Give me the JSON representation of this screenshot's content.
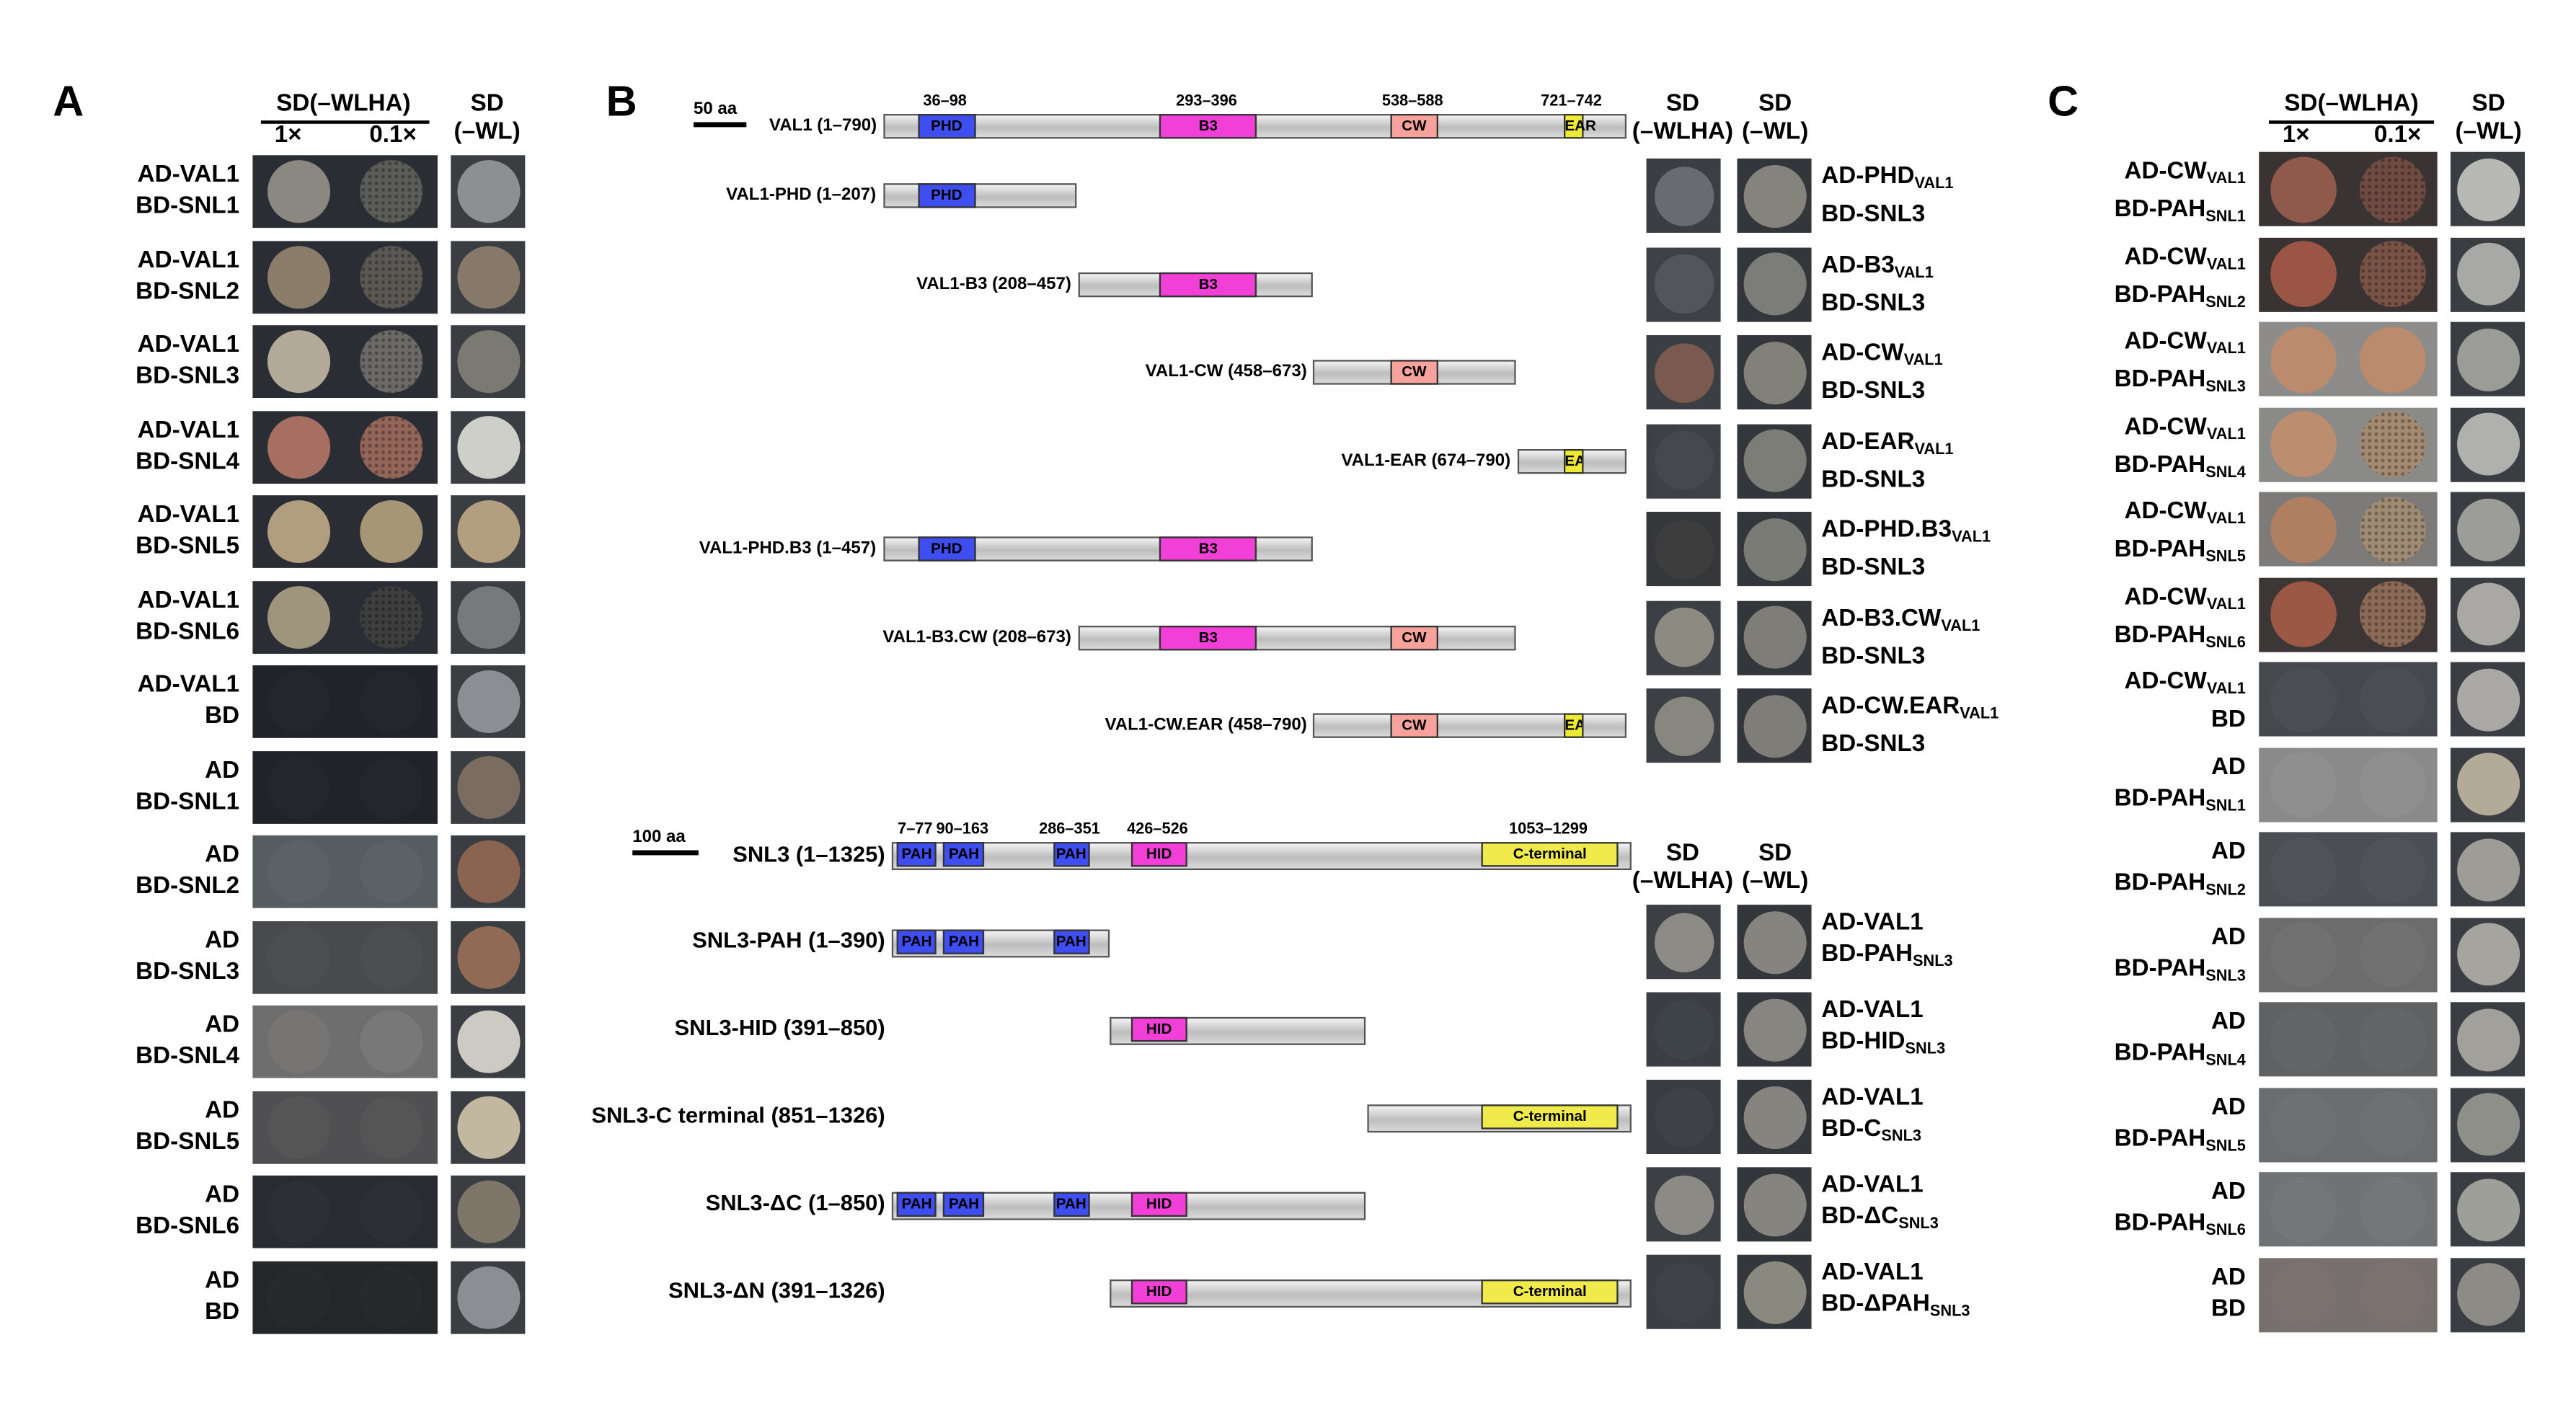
{
  "panels": {
    "a": "A",
    "b": "B",
    "c": "C"
  },
  "panel_a": {
    "header_sel": "SD(–WLHA)",
    "header_1x": "1×",
    "header_01x": "0.1×",
    "header_ctrl": "SD\n(–WL)",
    "rows": [
      {
        "l1": "AD-VAL1",
        "l2": "BD-SNL1",
        "g1": "#8a8880",
        "g2": "#5c5c58",
        "gc": "#8d8f90",
        "bg": "#2a2d33",
        "t2": "dots"
      },
      {
        "l1": "AD-VAL1",
        "l2": "BD-SNL2",
        "g1": "#8c7d6b",
        "g2": "#5b5854",
        "gc": "#86796a",
        "bg": "#2a2d33",
        "t2": "dots"
      },
      {
        "l1": "AD-VAL1",
        "l2": "BD-SNL3",
        "g1": "#b3aa9a",
        "g2": "#6b6a66",
        "gc": "#7b7a72",
        "bg": "#2a2d33",
        "t2": "dots"
      },
      {
        "l1": "AD-VAL1",
        "l2": "BD-SNL4",
        "g1": "#a66f62",
        "g2": "#94665a",
        "gc": "#cfcfc9",
        "bg": "#2a2d33",
        "t2": "dots"
      },
      {
        "l1": "AD-VAL1",
        "l2": "BD-SNL5",
        "g1": "#b09e7e",
        "g2": "#a79676",
        "gc": "#b39e80",
        "bg": "#2a2d33",
        "t2": "solid"
      },
      {
        "l1": "AD-VAL1",
        "l2": "BD-SNL6",
        "g1": "#9f947c",
        "g2": "#3e3e3e",
        "gc": "#777a7b",
        "bg": "#2a2d33",
        "t2": "dots"
      },
      {
        "l1": "AD-VAL1",
        "l2": "BD",
        "g1": "#23272d",
        "g2": "#23272d",
        "gc": "#8b8e92",
        "bg": "#20242a",
        "t2": "solid"
      },
      {
        "l1": "AD",
        "l2": "BD-SNL1",
        "g1": "#23272d",
        "g2": "#23272d",
        "gc": "#7a6d60",
        "bg": "#20242a",
        "t2": "solid"
      },
      {
        "l1": "AD",
        "l2": "BD-SNL2",
        "g1": "#5b6266",
        "g2": "#5b6266",
        "gc": "#8a6450",
        "bg": "#565d62",
        "t2": "solid"
      },
      {
        "l1": "AD",
        "l2": "BD-SNL3",
        "g1": "#4c4e52",
        "g2": "#4c4e52",
        "gc": "#906a55",
        "bg": "#484a4e",
        "t2": "solid"
      },
      {
        "l1": "AD",
        "l2": "BD-SNL4",
        "g1": "#777574",
        "g2": "#797878",
        "gc": "#cdcac4",
        "bg": "#6f6e6e",
        "t2": "solid"
      },
      {
        "l1": "AD",
        "l2": "BD-SNL5",
        "g1": "#555556",
        "g2": "#555556",
        "gc": "#c2b89f",
        "bg": "#505052",
        "t2": "solid"
      },
      {
        "l1": "AD",
        "l2": "BD-SNL6",
        "g1": "#2c2f35",
        "g2": "#2c2f35",
        "gc": "#7e7668",
        "bg": "#282b31",
        "t2": "solid"
      },
      {
        "l1": "AD",
        "l2": "BD",
        "g1": "#28292d",
        "g2": "#28292d",
        "gc": "#8b8e92",
        "bg": "#25262a",
        "t2": "solid"
      }
    ]
  },
  "panel_b": {
    "val_scale": "50 aa",
    "snl_scale": "100 aa",
    "hdr_sel": "SD\n(–WLHA)",
    "hdr_ctrl": "SD\n(–WL)",
    "val_top": {
      "name": "VAL1 (1–790)",
      "ranges": [
        "36–98",
        "293–396",
        "538–588",
        "721–742"
      ],
      "domains": [
        "PHD",
        "B3",
        "CW",
        "EAR"
      ]
    },
    "val_constructs": [
      {
        "name": "VAL1-PHD (1–207)",
        "r1": "AD-PHD",
        "sub1": "VAL1",
        "r2": "BD-SNL3"
      },
      {
        "name": "VAL1-B3 (208–457)",
        "r1": "AD-B3",
        "sub1": "VAL1",
        "r2": "BD-SNL3"
      },
      {
        "name": "VAL1-CW (458–673)",
        "r1": "AD-CW",
        "sub1": "VAL1",
        "r2": "BD-SNL3"
      },
      {
        "name": "VAL1-EAR (674–790)",
        "r1": "AD-EAR",
        "sub1": "VAL1",
        "r2": "BD-SNL3"
      },
      {
        "name": "VAL1-PHD.B3 (1–457)",
        "r1": "AD-PHD.B3",
        "sub1": "VAL1",
        "r2": "BD-SNL3"
      },
      {
        "name": "VAL1-B3.CW (208–673)",
        "r1": "AD-B3.CW",
        "sub1": "VAL1",
        "r2": "BD-SNL3"
      },
      {
        "name": "VAL1-CW.EAR (458–790)",
        "r1": "AD-CW.EAR",
        "sub1": "VAL1",
        "r2": "BD-SNL3"
      }
    ],
    "snl_top": {
      "name": "SNL3 (1–1325)",
      "ranges": [
        "7–77",
        "90–163",
        "286–351",
        "426–526",
        "1053–1299"
      ],
      "domains": [
        "PAH",
        "PAH",
        "PAH",
        "HID",
        "C-terminal"
      ]
    },
    "snl_constructs": [
      {
        "name": "SNL3-PAH (1–390)",
        "r1": "AD-VAL1",
        "r2": "BD-PAH",
        "sub2": "SNL3"
      },
      {
        "name": "SNL3-HID (391–850)",
        "r1": "AD-VAL1",
        "r2": "BD-HID",
        "sub2": "SNL3"
      },
      {
        "name": "SNL3-C terminal (851–1326)",
        "r1": "AD-VAL1",
        "r2": "BD-C",
        "sub2": "SNL3"
      },
      {
        "name": "SNL3-ΔC (1–850)",
        "r1": "AD-VAL1",
        "r2": "BD-ΔC",
        "sub2": "SNL3"
      },
      {
        "name": "SNL3-ΔN (391–1326)",
        "r1": "AD-VAL1",
        "r2": "BD-ΔPAH",
        "sub2": "SNL3"
      }
    ],
    "val_plates": [
      {
        "s": "#686b70",
        "sbg": "#3b3e43",
        "c": "#85847c"
      },
      {
        "s": "#52565b",
        "sbg": "#3e4247",
        "c": "#7c7d79"
      },
      {
        "s": "#7a5a4f",
        "sbg": "#3b3e43",
        "c": "#828179"
      },
      {
        "s": "#45484c",
        "sbg": "#3d4044",
        "c": "#7d7d78"
      },
      {
        "s": "#3c3d3c",
        "sbg": "#36373a",
        "c": "#7b7b76"
      },
      {
        "s": "#8d8a82",
        "sbg": "#3c3f44",
        "c": "#7e7d77"
      },
      {
        "s": "#88877f",
        "sbg": "#3c3f44",
        "c": "#7e7d77"
      }
    ],
    "snl_plates": [
      {
        "s": "#8c8b85",
        "sbg": "#3c3f44",
        "c": "#85847e"
      },
      {
        "s": "#3f444a",
        "sbg": "#3b3f44",
        "c": "#86857f"
      },
      {
        "s": "#3e4147",
        "sbg": "#393c41",
        "c": "#85847e"
      },
      {
        "s": "#8b8a84",
        "sbg": "#3c3f44",
        "c": "#85847e"
      },
      {
        "s": "#3f4248",
        "sbg": "#3b3e43",
        "c": "#8a897f"
      }
    ],
    "colors": {
      "PHD": "#3f4ef0",
      "B3": "#f23fd7",
      "CW": "#f7a29a",
      "EAR": "#eeea33",
      "PAH": "#3f4ef0",
      "HID": "#f23fd7",
      "C-terminal": "#f0eb4a"
    }
  },
  "panel_c": {
    "header_sel": "SD(–WLHA)",
    "header_1x": "1×",
    "header_01x": "0.1×",
    "header_ctrl": "SD\n(–WL)",
    "rows": [
      {
        "l1": "AD-CW",
        "s1": "VAL1",
        "l2": "BD-PAH",
        "s2": "SNL1",
        "g1": "#8f5a4c",
        "g2": "#6f4b42",
        "gc": "#b8b8b5",
        "bg": "#3a3333",
        "t2": "dots"
      },
      {
        "l1": "AD-CW",
        "s1": "VAL1",
        "l2": "BD-PAH",
        "s2": "SNL2",
        "g1": "#9b5544",
        "g2": "#7a5347",
        "gc": "#a8a8a6",
        "bg": "#3a3333",
        "t2": "dots"
      },
      {
        "l1": "AD-CW",
        "s1": "VAL1",
        "l2": "BD-PAH",
        "s2": "SNL3",
        "g1": "#bc8a6c",
        "g2": "#bc8a6c",
        "gc": "#9b9b98",
        "bg": "#8e8c8a",
        "t2": "solid"
      },
      {
        "l1": "AD-CW",
        "s1": "VAL1",
        "l2": "BD-PAH",
        "s2": "SNL4",
        "g1": "#bd8d6f",
        "g2": "#a58a72",
        "gc": "#b0b1ae",
        "bg": "#8a8a88",
        "t2": "dots"
      },
      {
        "l1": "AD-CW",
        "s1": "VAL1",
        "l2": "BD-PAH",
        "s2": "SNL5",
        "g1": "#b07f62",
        "g2": "#a08c74",
        "gc": "#9c9c98",
        "bg": "#7c7b79",
        "t2": "dots"
      },
      {
        "l1": "AD-CW",
        "s1": "VAL1",
        "l2": "BD-PAH",
        "s2": "SNL6",
        "g1": "#9a5845",
        "g2": "#8c6a58",
        "gc": "#a9a8a4",
        "bg": "#3d3636",
        "t2": "dots"
      },
      {
        "l1": "AD-CW",
        "s1": "VAL1",
        "l2": "BD",
        "s2": "",
        "g1": "#4a4d52",
        "g2": "#4a4d52",
        "gc": "#a9a8a4",
        "bg": "#45484d",
        "t2": "solid"
      },
      {
        "l1": "AD",
        "s1": "",
        "l2": "BD-PAH",
        "s2": "SNL1",
        "g1": "#8f8f8f",
        "g2": "#8f8f8f",
        "gc": "#b4aa98",
        "bg": "#8a8a8a",
        "t2": "solid"
      },
      {
        "l1": "AD",
        "s1": "",
        "l2": "BD-PAH",
        "s2": "SNL2",
        "g1": "#4f5257",
        "g2": "#4f5257",
        "gc": "#9d9c96",
        "bg": "#4b4e53",
        "t2": "solid"
      },
      {
        "l1": "AD",
        "s1": "",
        "l2": "BD-PAH",
        "s2": "SNL3",
        "g1": "#717171",
        "g2": "#717171",
        "gc": "#a5a49e",
        "bg": "#6c6c6c",
        "t2": "solid"
      },
      {
        "l1": "AD",
        "s1": "",
        "l2": "BD-PAH",
        "s2": "SNL4",
        "g1": "#646567",
        "g2": "#646567",
        "gc": "#a1a09a",
        "bg": "#606163",
        "t2": "solid"
      },
      {
        "l1": "AD",
        "s1": "",
        "l2": "BD-PAH",
        "s2": "SNL5",
        "g1": "#6e7074",
        "g2": "#6e7074",
        "gc": "#8f8f8a",
        "bg": "#6a6c70",
        "t2": "solid"
      },
      {
        "l1": "AD",
        "s1": "",
        "l2": "BD-PAH",
        "s2": "SNL6",
        "g1": "#747678",
        "g2": "#747678",
        "gc": "#9f9f99",
        "bg": "#707274",
        "t2": "solid"
      },
      {
        "l1": "AD",
        "s1": "",
        "l2": "BD",
        "s2": "",
        "g1": "#7b7270",
        "g2": "#7b7270",
        "gc": "#8c8b85",
        "bg": "#77706e",
        "t2": "solid"
      }
    ]
  }
}
